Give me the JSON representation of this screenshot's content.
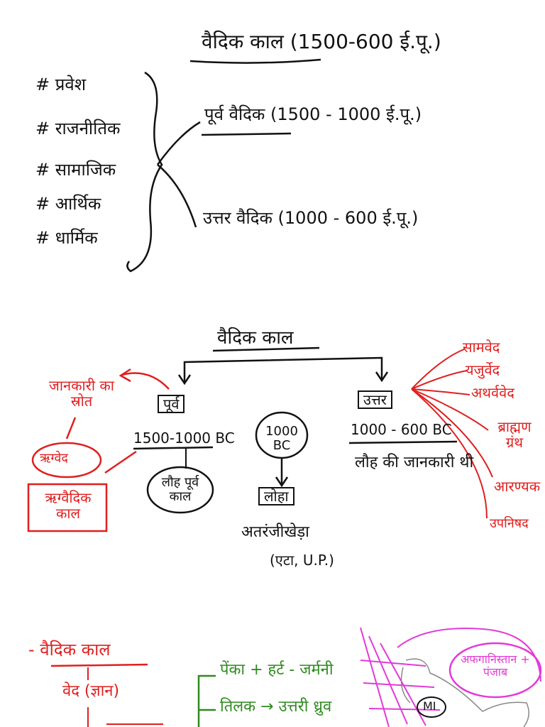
{
  "colors": {
    "ink": "#111111",
    "red_ink": "#e01f1f",
    "green_ink": "#2e8b1e",
    "magenta_ink": "#e23ad8",
    "background": "#ffffff"
  },
  "section1": {
    "title": "वैदिक काल (1500-600 ई.पू.)",
    "topics": [
      "# प्रवेश",
      "# राजनीतिक",
      "# सामाजिक",
      "# आर्थिक",
      "# धार्मिक"
    ],
    "early": "पूर्व वैदिक (1500 - 1000 ई.पू.)",
    "later": "उत्तर वैदिक (1000 - 600 ई.पू.)"
  },
  "section2": {
    "root": "वैदिक काल",
    "purva": {
      "label": "पूर्व",
      "dates": "1500-1000 BC",
      "bubble": "लौह पूर्व काल",
      "source_note": "जानकारी का स्रोत",
      "rigveda": "ऋग्वेद",
      "rigvedic": "ऋग्वैदिक काल"
    },
    "center": {
      "bubble": "1000 BC",
      "box": "लोहा",
      "site": "अतरंजीखेड़ा",
      "place": "(एटा, U.P.)"
    },
    "uttar": {
      "label": "उत्तर",
      "dates": "1000 - 600 BC",
      "note": "लौह की जानकारी थी",
      "texts": [
        "सामवेद",
        "यजुर्वेद",
        "अथर्ववेद",
        "ब्राह्मण ग्रंथ",
        "आरण्यक",
        "उपनिषद"
      ]
    }
  },
  "section3": {
    "heading": "- वैदिक काल",
    "veda": "वेद (ज्ञान)",
    "line1": "पेंका + हर्ट - जर्मनी",
    "line2": "तिलक → उत्तरी ध्रुव",
    "map_note": "अफगानिस्तान + पंजाब",
    "map_tag": "MI"
  }
}
